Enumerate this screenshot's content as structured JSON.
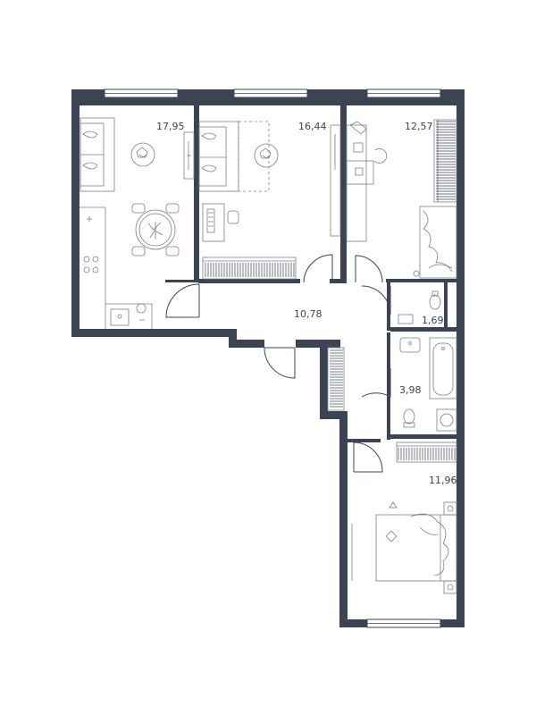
{
  "rooms": [
    {
      "id": "living-kitchen",
      "area": "17,95"
    },
    {
      "id": "room-2",
      "area": "16,44"
    },
    {
      "id": "room-3",
      "area": "12,57"
    },
    {
      "id": "hall",
      "area": "10,78"
    },
    {
      "id": "wc",
      "area": "1,69"
    },
    {
      "id": "bathroom",
      "area": "3,98"
    },
    {
      "id": "bedroom",
      "area": "11,96"
    }
  ],
  "colors": {
    "wall": "#3c4453",
    "furniture": "#7a7f88",
    "background": "#ffffff"
  },
  "icons": [
    "window-icon",
    "door-swing-icon",
    "sofa-icon",
    "table-icon",
    "bed-icon",
    "bathtub-icon",
    "toilet-icon",
    "sink-icon",
    "wardrobe-icon",
    "plant-icon"
  ]
}
